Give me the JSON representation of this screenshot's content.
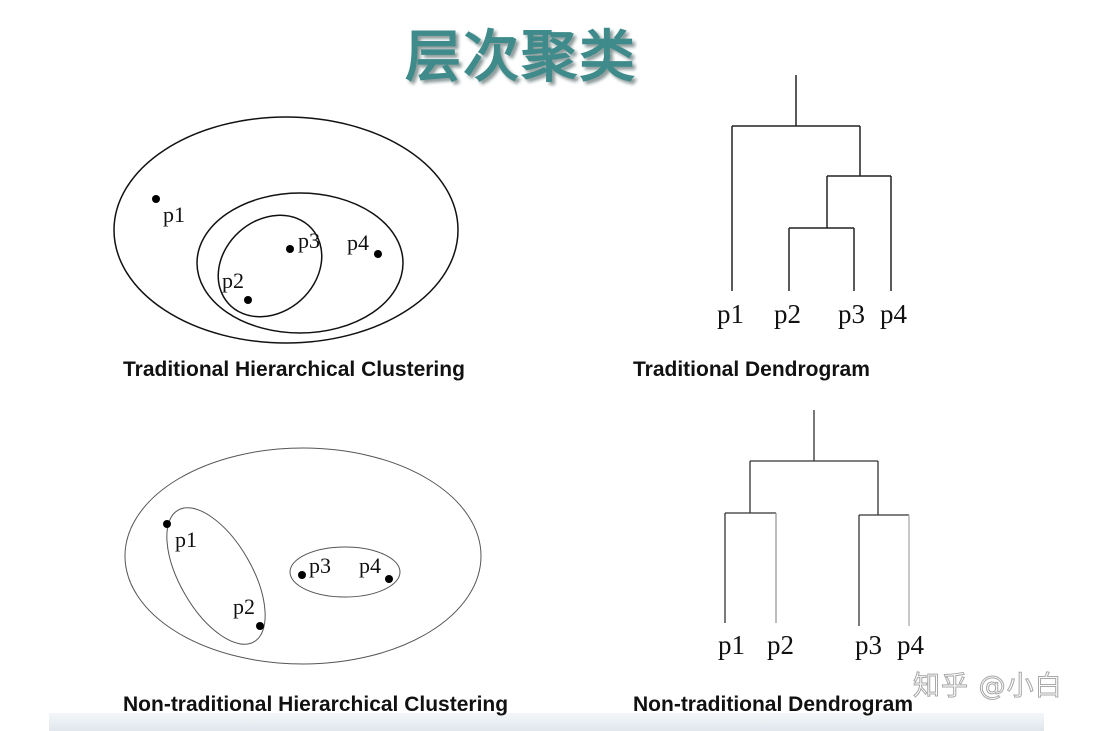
{
  "title": "层次聚类",
  "panels": {
    "traditional_clustering": {
      "caption": "Traditional Hierarchical Clustering",
      "points": [
        {
          "label": "p1"
        },
        {
          "label": "p2"
        },
        {
          "label": "p3"
        },
        {
          "label": "p4"
        }
      ],
      "clusters": [
        [
          "p2",
          "p3"
        ],
        [
          "p2",
          "p3",
          "p4"
        ],
        [
          "p1",
          "p2",
          "p3",
          "p4"
        ]
      ]
    },
    "traditional_dendrogram": {
      "caption": "Traditional Dendrogram",
      "leaves": [
        "p1",
        "p2",
        "p3",
        "p4"
      ],
      "merges": [
        [
          "p2",
          "p3"
        ],
        [
          "p2p3",
          "p4"
        ],
        [
          "p1",
          "p2p3p4"
        ]
      ]
    },
    "nontraditional_clustering": {
      "caption": "Non-traditional Hierarchical Clustering",
      "points": [
        {
          "label": "p1"
        },
        {
          "label": "p2"
        },
        {
          "label": "p3"
        },
        {
          "label": "p4"
        }
      ],
      "clusters": [
        [
          "p1",
          "p2"
        ],
        [
          "p3",
          "p4"
        ],
        [
          "p1",
          "p2",
          "p3",
          "p4"
        ]
      ]
    },
    "nontraditional_dendrogram": {
      "caption": "Non-traditional Dendrogram",
      "leaves": [
        "p1",
        "p2",
        "p3",
        "p4"
      ],
      "merges": [
        [
          "p1",
          "p2"
        ],
        [
          "p3",
          "p4"
        ],
        [
          "p1p2",
          "p3p4"
        ]
      ]
    }
  },
  "watermark": "知乎 @小白",
  "colors": {
    "title": "#3f8a8a",
    "line": "#111111"
  }
}
